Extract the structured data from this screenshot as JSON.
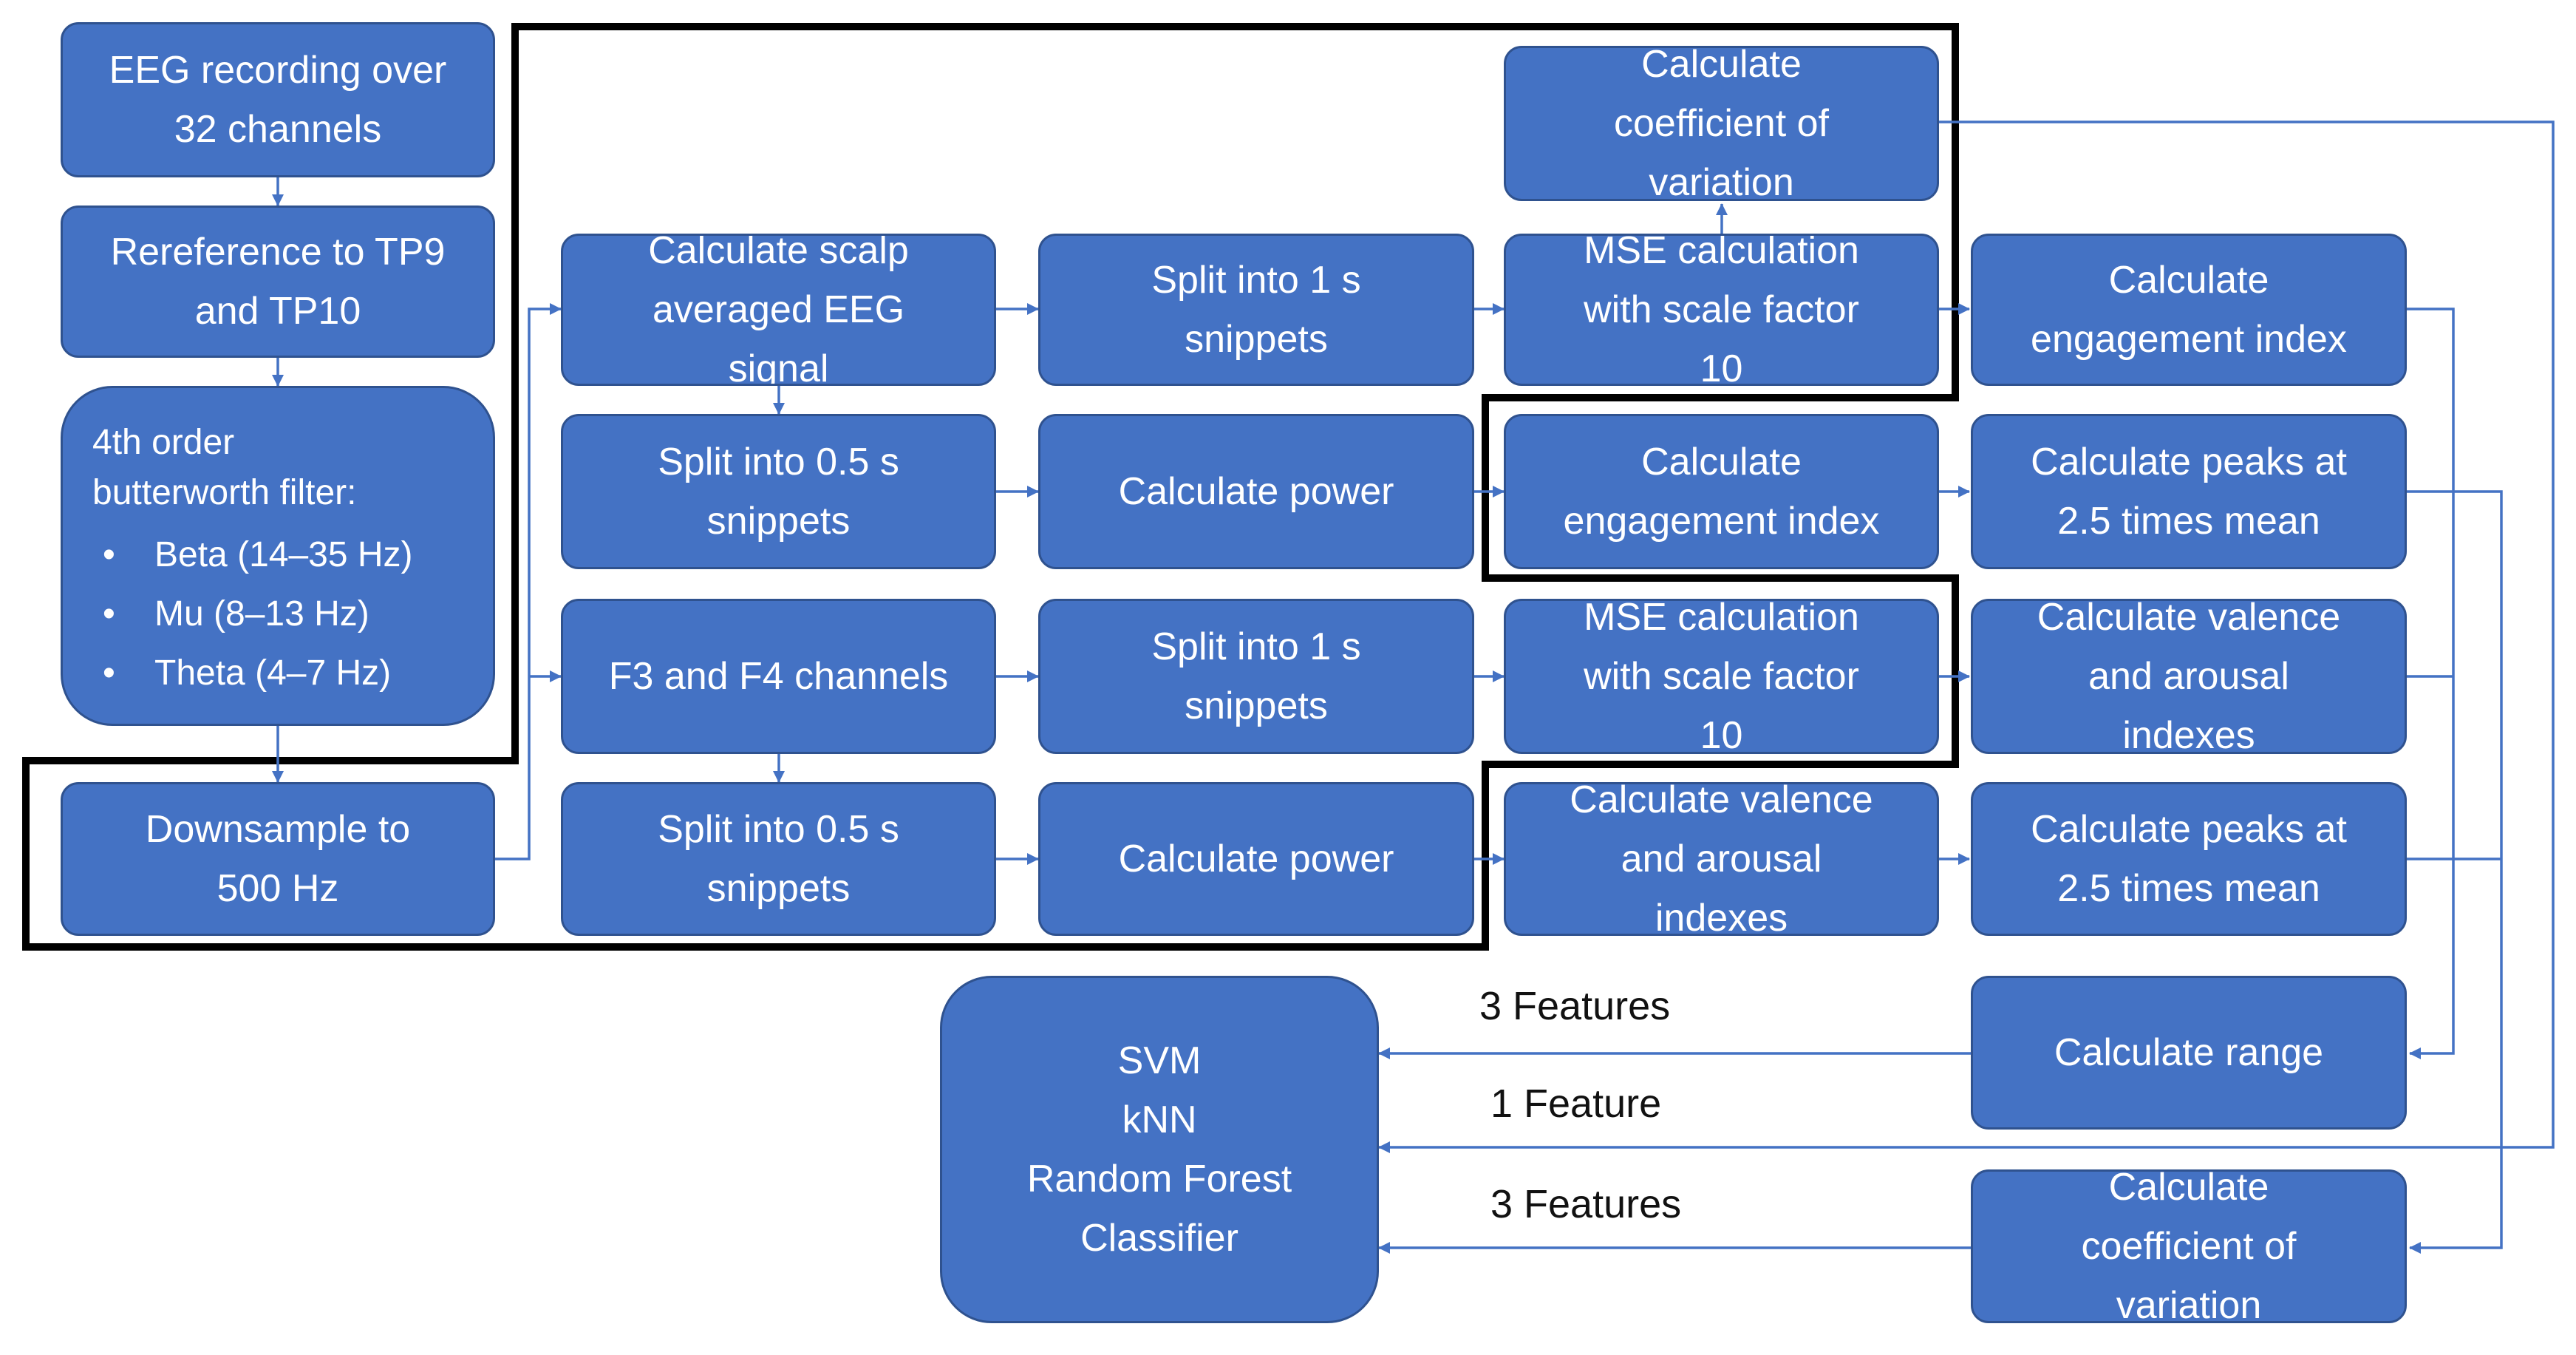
{
  "colors": {
    "node_fill": "#4472C4",
    "node_border": "#2F528F",
    "wire": "#4472C4",
    "frame": "#000000"
  },
  "nodes": {
    "eeg_recording": "EEG recording over\n32 channels",
    "rereference": "Rereference to TP9\nand TP10",
    "filter": {
      "title": "4th order\nbutterworth filter:",
      "bands": [
        "Beta (14–35 Hz)",
        "Mu (8–13 Hz)",
        "Theta (4–7 Hz)"
      ]
    },
    "downsample": "Downsample to\n500 Hz",
    "scalp_avg": "Calculate scalp\naveraged EEG\nsignal",
    "split_half_1": "Split into 0.5 s\nsnippets",
    "f3f4": "F3 and F4 channels",
    "split_half_2": "Split into 0.5 s\nsnippets",
    "split_1s_1": "Split into 1 s\nsnippets",
    "power_1": "Calculate power",
    "split_1s_2": "Split into 1 s\nsnippets",
    "power_2": "Calculate power",
    "cov_top": "Calculate\ncoefficient of\nvariation",
    "mse_1": "MSE calculation\nwith scale factor\n10",
    "engagement_mid": "Calculate\nengagement index",
    "mse_2": "MSE calculation\nwith scale factor\n10",
    "valence_mid": "Calculate valence\nand arousal\nindexes",
    "engagement_right": "Calculate\nengagement index",
    "peaks_1": "Calculate peaks at\n2.5 times mean",
    "valence_right": "Calculate valence\nand arousal\nindexes",
    "peaks_2": "Calculate peaks at\n2.5 times mean",
    "range": "Calculate range",
    "cov_bottom": "Calculate\ncoefficient of\nvariation",
    "classifier": "SVM\nkNN\nRandom Forest\nClassifier"
  },
  "edge_labels": {
    "features_range": "3 Features",
    "features_one": "1 Feature",
    "features_cov": "3 Features"
  }
}
